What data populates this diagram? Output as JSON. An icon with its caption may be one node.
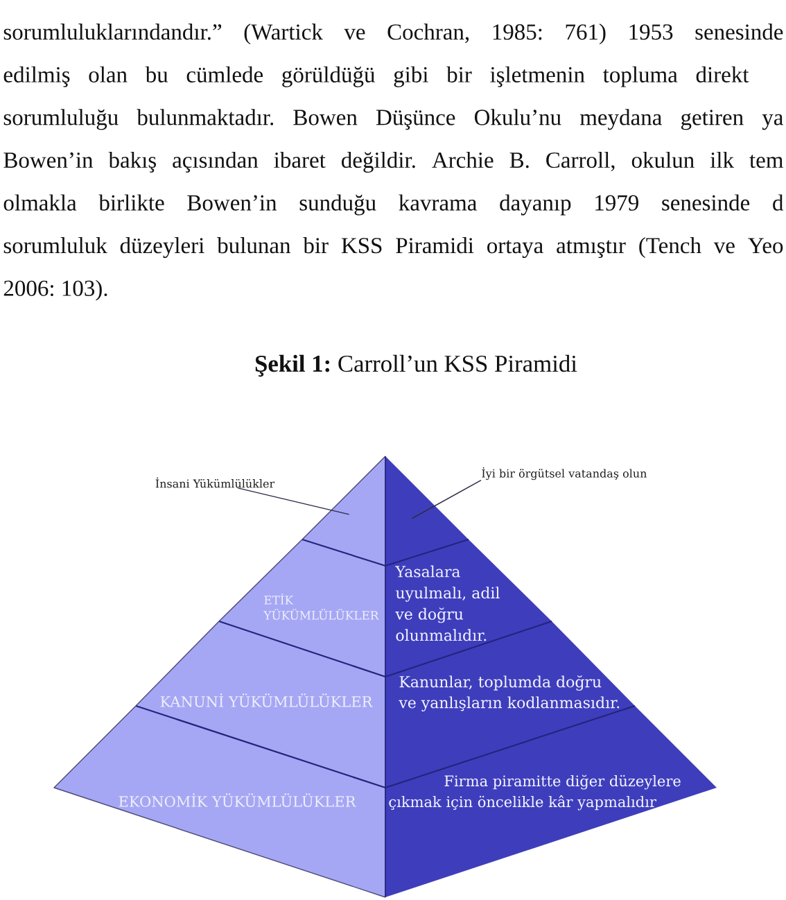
{
  "diagram": {
    "caption": "**Şekil 1:** Carroll’un KSS Piramidi",
    "nodes": [
      {
        "text": [
          "İnsani Yükümlülükler"
        ]
      },
      {
        "text": [
          "İyi bir örgütsel vatandaş olun"
        ]
      },
      {
        "text": [],
        "shape": "triangle"
      },
      {
        "text": [],
        "shape": "triangle"
      },
      {
        "text": [
          "ETİK YÜKÜMLÜLÜKLER"
        ]
      },
      {
        "text": [
          "Yasalara uyulmalı, adil ve doğru olunmalıdır."
        ]
      },
      {
        "text": [
          "KANUNİ YÜKÜMLÜLÜKLER"
        ]
      },
      {
        "text": [
          "Kanunlar, toplumda doğru ve yanlışların kodlanmasıdır."
        ]
      },
      {
        "text": [
          "EKONOMİK YÜKÜMLÜLÜKLER"
        ]
      },
      {
        "text": [
          "Firma piramitte diğer düzeylere çıkmak için öncelikle kâr yapmalıdır"
        ]
      }
    ],
    "edges": [
      {
        "from": 0,
        "to": 2,
        "arrow": "none"
      },
      {
        "from": 1,
        "to": 3,
        "arrow": "none"
      }
    ],
    "labels": [
      "sorumluluklarındandır.” (Wartick ve Cochran, 1985: 761) 1953 senesinde",
      "edilmiş olan bu cümlede görüldüğü gibi bir işletmenin topluma direkt",
      "sorumluluğu bulunmaktadır. Bowen Düşünce Okulu’nu meydana getiren ya",
      "Bowen’in bakış açısından ibaret değildir. Archie B. Carroll, okulun ilk tem",
      "olmakla birlikte Bowen’in sunduğu kavrama dayanıp 1979 senesinde d",
      "sorumluluk düzeyleri bulunan bir KSS Piramidi ortaya atmıştır (Tench ve Yeo",
      "2006: 103)."
    ]
  }
}
